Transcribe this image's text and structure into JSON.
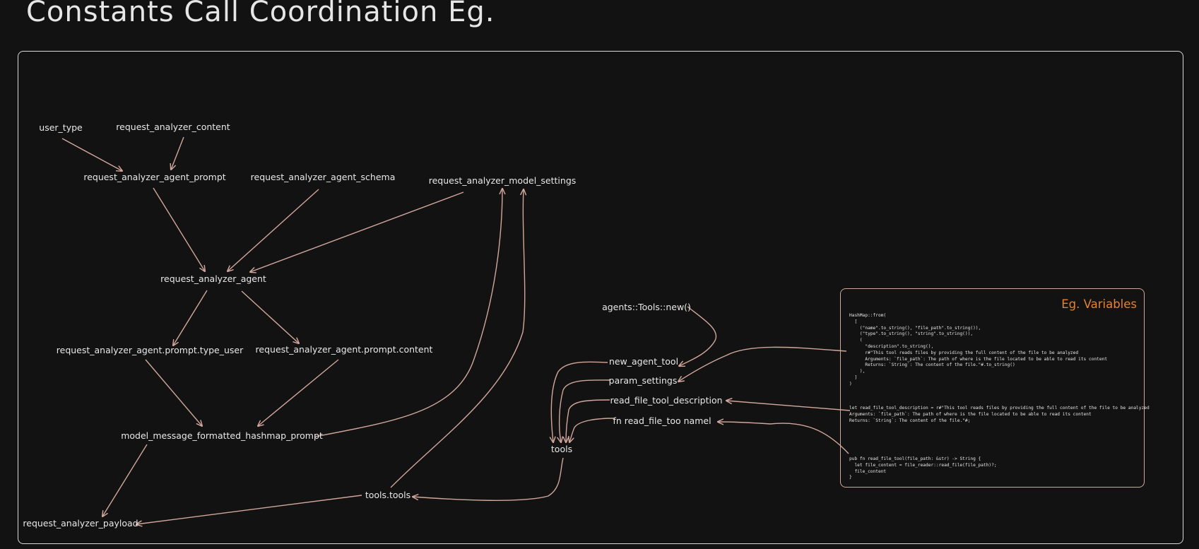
{
  "title": "Constants Call Coordination Eg.",
  "colors": {
    "background": "#121212",
    "text": "#e8e8e8",
    "edge": "#d1a79c",
    "accent": "#e5832e",
    "frame": "#d8d8d8"
  },
  "nodes": {
    "user_type": "user_type",
    "request_analyzer_content": "request_analyzer_content",
    "request_analyzer_agent_prompt": "request_analyzer_agent_prompt",
    "request_analyzer_agent_schema": "request_analyzer_agent_schema",
    "request_analyzer_model_settings": "request_analyzer_model_settings",
    "request_analyzer_agent": "request_analyzer_agent",
    "prompt_type_user": "request_analyzer_agent.prompt.type_user",
    "prompt_content": "request_analyzer_agent.prompt.content",
    "model_message": "model_message_formatted_hashmap_prompt",
    "request_analyzer_payload": "request_analyzer_payload",
    "tools_tools": "tools.tools",
    "agents_tools_new": "agents::Tools::new()",
    "new_agent_tool": "new_agent_tool",
    "param_settings": "param_settings",
    "read_file_tool_description": "read_file_tool_description",
    "fn_read_file_tool_name": "fn read_file_too namel",
    "tools": "tools"
  },
  "variables": {
    "title": "Eg. Variables",
    "hashmap_code": "HashMap::from(\n  [\n    (\"name\".to_string(), \"file_path\".to_string()),\n    (\"type\".to_string(), \"string\".to_string()),\n    (\n      \"description\".to_string(),\n      r#\"This tool reads files by providing the full content of the file to be analyzed\n      Arguments: `file_path`: The path of where is the file located to be able to read its content\n      Returns: `String`: The content of the file.\"#.to_string()\n    ),\n  ]\n)",
    "description_code": "let read_file_tool_description = r#\"This tool reads files by providing the full content of the file to be analyzed\nArguments: `file_path`: The path of where is the file located to be able to read its content\nReturns: `String`: The content of the file.\"#;",
    "function_code": "pub fn read_file_tool(file_path: &str) -> String {\n  let file_content = file_reader::read_file(file_path)?;\n  file_content\n}"
  }
}
